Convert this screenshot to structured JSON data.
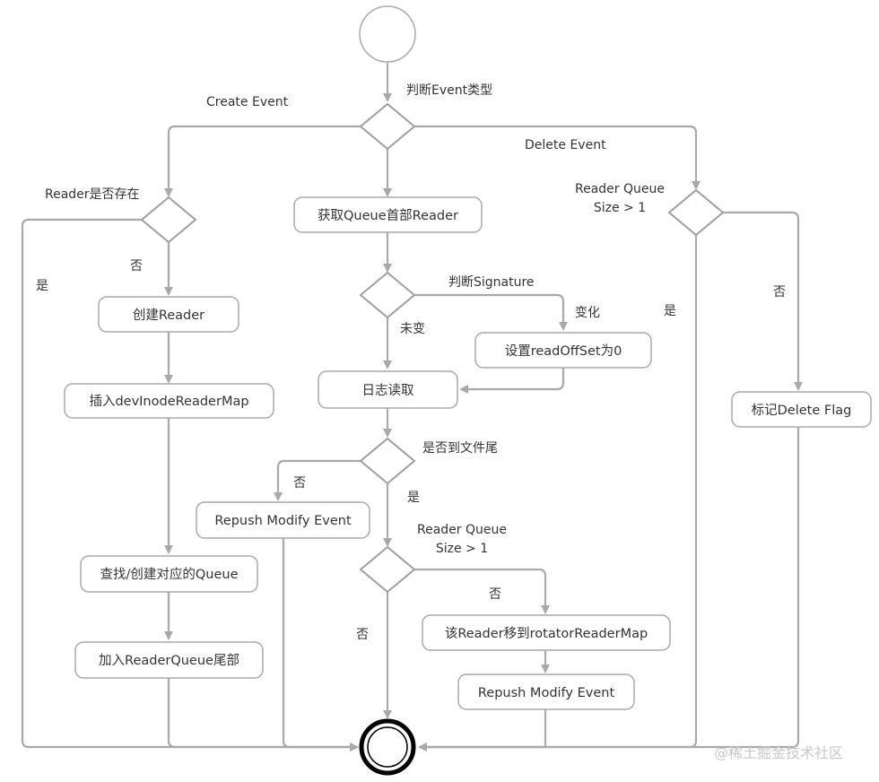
{
  "nodes": {
    "get_queue_head": "获取Queue首部Reader",
    "create_reader": "创建Reader",
    "insert_map": "插入devInodeReaderMap",
    "find_create_queue": "查找/创建对应的Queue",
    "append_queue_tail": "加入ReaderQueue尾部",
    "set_offset_zero": "设置readOffSet为0",
    "log_read": "日志读取",
    "repush_left": "Repush Modify Event",
    "move_to_rotator": "该Reader移到rotatorReaderMap",
    "repush_bottom": "Repush Modify Event",
    "mark_delete": "标记Delete Flag"
  },
  "labels": {
    "judge_event_type": "判断Event类型",
    "create_event": "Create Event",
    "delete_event": "Delete Event",
    "reader_exists": "Reader是否存在",
    "left_no": "否",
    "left_yes": "是",
    "judge_signature": "判断Signature",
    "changed": "变化",
    "unchanged": "未变",
    "eof_question": "是否到文件尾",
    "eof_no": "否",
    "eof_yes": "是",
    "rq_size_center_line1": "Reader Queue",
    "rq_size_center_line2": "Size > 1",
    "center_no_right": "否",
    "center_no_down": "否",
    "rq_size_right_line1": "Reader Queue",
    "rq_size_right_line2": "Size > 1",
    "right_yes": "是",
    "right_no": "否"
  },
  "watermark": "@稀土掘金技术社区"
}
